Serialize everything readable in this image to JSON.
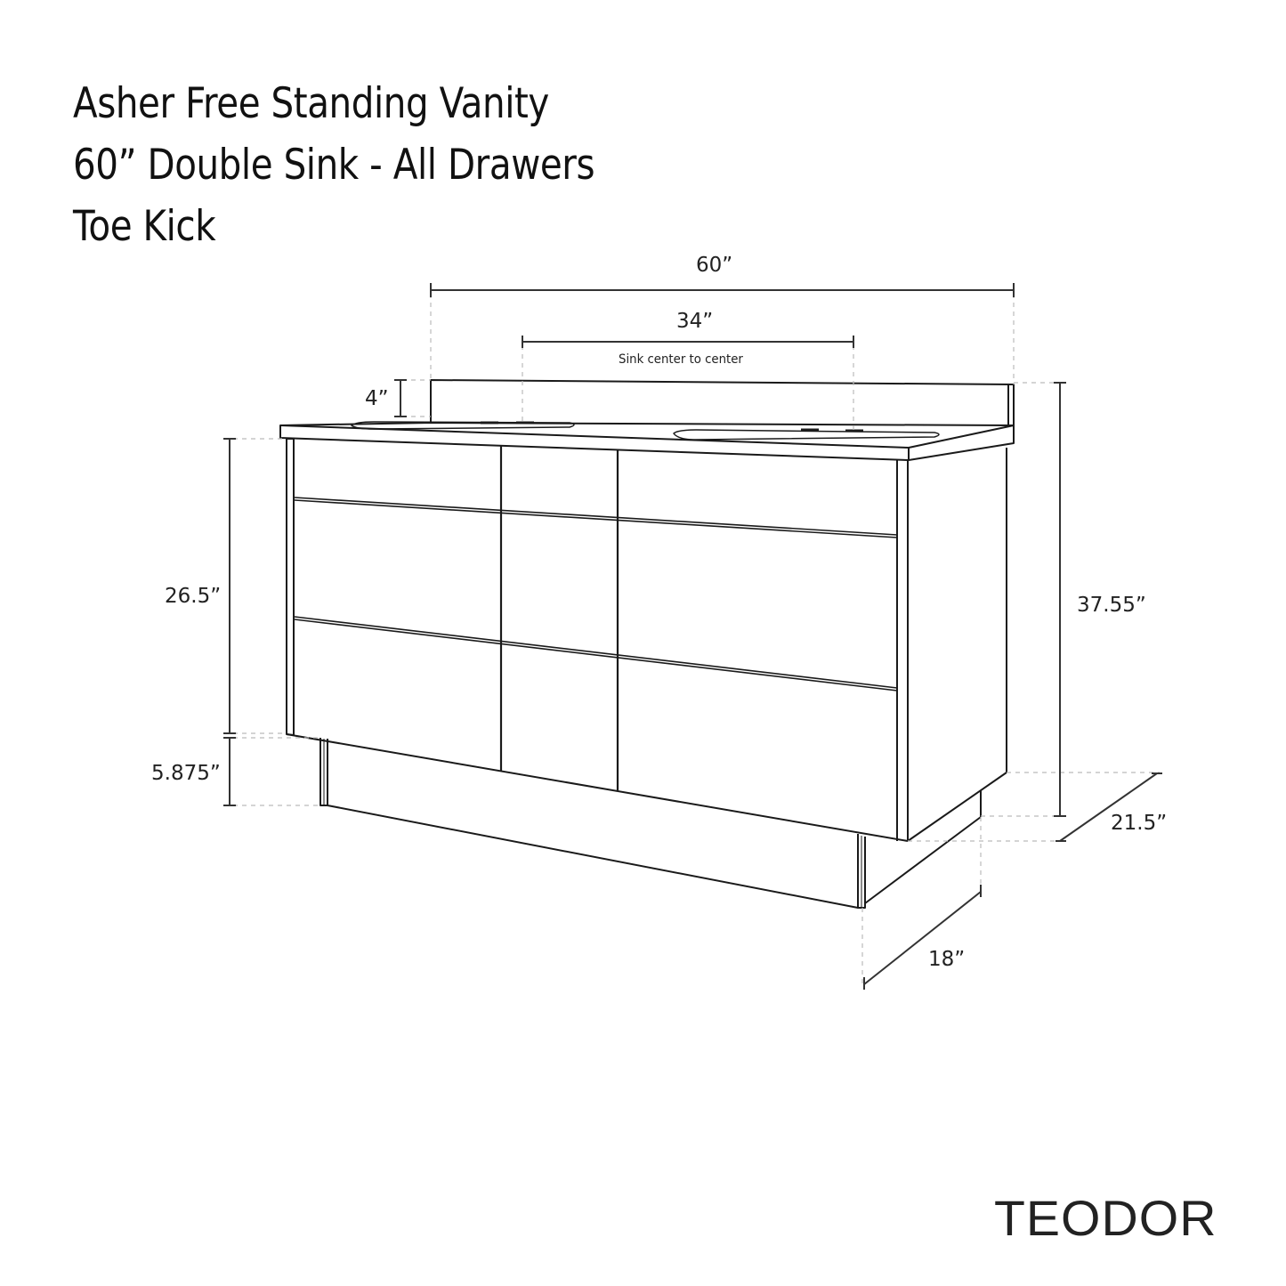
{
  "title": {
    "lines": [
      "Asher Free Standing Vanity",
      "60”  Double Sink - All Drawers",
      "Toe Kick"
    ]
  },
  "dimensions": {
    "overall_width": "60”",
    "sink_spacing": "34”",
    "sink_spacing_caption": "Sink center to center",
    "backsplash_height": "4”",
    "cabinet_height": "26.5”",
    "toe_kick_height": "5.875”",
    "overall_height": "37.55”",
    "overall_depth": "21.5”",
    "toe_kick_depth": "18”"
  },
  "drawing": {
    "line_color": "#1a1a1a",
    "dim_line_color": "#333333",
    "guide_color": "#bbbbbb",
    "drawers": {
      "columns": 3,
      "rows": 3
    }
  },
  "brand": {
    "name": "TEODOR"
  }
}
